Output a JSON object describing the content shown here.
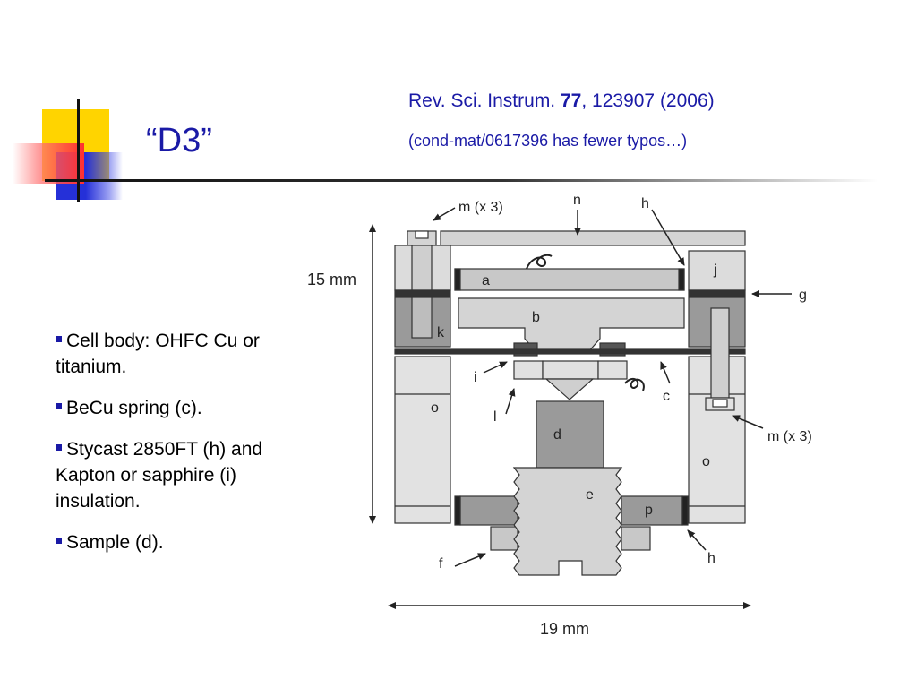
{
  "slide": {
    "title": "“D3”",
    "citation": {
      "journal": "Rev. Sci. Instrum.",
      "volume": "77",
      "rest": ", 123907 (2006)",
      "note": "(cond-mat/0617396 has fewer typos…)"
    },
    "bullets": [
      "Cell body: OHFC Cu or titanium.",
      "BeCu spring (c).",
      "Stycast 2850FT (h) and Kapton or sapphire (i) insulation.",
      "Sample (d)."
    ]
  },
  "diagram": {
    "dim_height": "15 mm",
    "dim_width": "19 mm",
    "labels": {
      "m_top": "m (x 3)",
      "n": "n",
      "h_top": "h",
      "a": "a",
      "j": "j",
      "g": "g",
      "b": "b",
      "k": "k",
      "i": "i",
      "c": "c",
      "o_left": "o",
      "l": "l",
      "d": "d",
      "m_right": "m (x 3)",
      "o_right": "o",
      "e": "e",
      "p": "p",
      "f": "f",
      "h_bottom": "h"
    }
  },
  "colors": {
    "title": "#1a1aa6",
    "deco_yellow": "#ffd700",
    "deco_blue": "#2e3bd6",
    "deco_red": "#ff3b3b"
  }
}
